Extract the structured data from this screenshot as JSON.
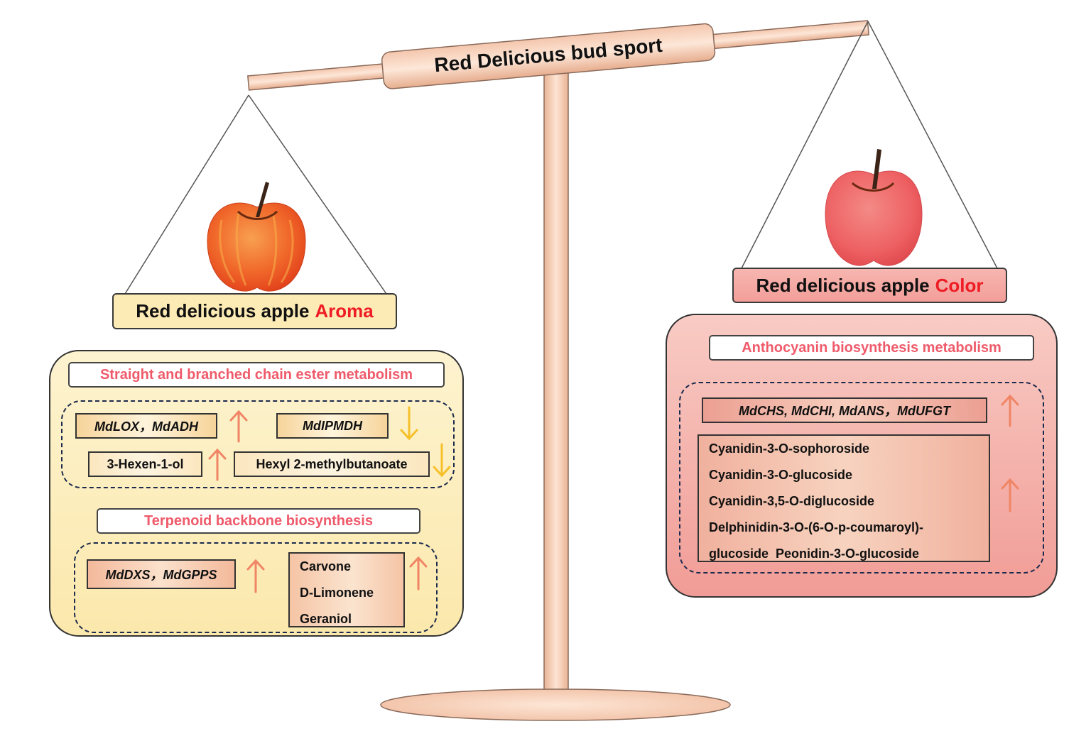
{
  "beam": {
    "title": "Red Delicious bud sport"
  },
  "left": {
    "label_prefix": "Red delicious apple",
    "label_trait": "Aroma",
    "pathways": [
      {
        "title": "Straight and branched chain ester metabolism",
        "items": [
          {
            "text": "MdLOX，MdADH",
            "kind": "gene",
            "trend": "up"
          },
          {
            "text": "MdIPMDH",
            "kind": "gene",
            "trend": "down"
          },
          {
            "text": "3-Hexen-1-ol",
            "kind": "metabolite",
            "trend": "up"
          },
          {
            "text": "Hexyl 2-methylbutanoate",
            "kind": "metabolite",
            "trend": "down"
          }
        ]
      },
      {
        "title": "Terpenoid backbone biosynthesis",
        "genes": {
          "text": "MdDXS，MdGPPS",
          "trend": "up"
        },
        "metabolites": {
          "items": [
            "Carvone",
            "D-Limonene",
            "Geraniol"
          ],
          "trend": "up"
        }
      }
    ]
  },
  "right": {
    "label_prefix": "Red delicious apple",
    "label_trait": "Color",
    "pathway": {
      "title": "Anthocyanin biosynthesis metabolism",
      "genes": {
        "text": "MdCHS, MdCHI, MdANS，MdUFGT",
        "trend": "up"
      },
      "metabolites": {
        "items": [
          "Cyanidin-3-O-sophoroside",
          "Cyanidin-3-O-glucoside",
          "Cyanidin-3,5-O-diglucoside",
          "Delphinidin-3-O-(6-O-p-coumaroyl)-",
          "glucoside  Peonidin-3-O-glucoside"
        ],
        "trend": "up"
      }
    }
  },
  "colors": {
    "up_arrow": "#f08565",
    "down_arrow": "#f5c02a",
    "pathway_title": "#ef5a6a",
    "highlight_word": "#ee1c25",
    "aroma_panel": "#fbe8ac",
    "color_panel": "#f19c96"
  }
}
